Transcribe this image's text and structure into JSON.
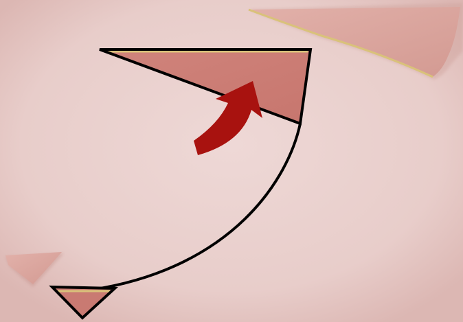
{
  "diagram": {
    "colors": {
      "background": "#ead0cd",
      "background_edge": "#dcb7b3",
      "flap_fill": "#c97a72",
      "flap_stroke": "#000000",
      "gold_edge": "#d9c27a",
      "arrow": "#a8120f",
      "tissue_tip": "#d09a92"
    },
    "elements": [
      {
        "name": "background-skin",
        "icon": "skin-texture"
      },
      {
        "name": "upper-right-tissue-flap",
        "icon": "tissue-flap"
      },
      {
        "name": "primary-triangular-flap",
        "icon": "triangle-flap"
      },
      {
        "name": "arc-incision-line",
        "icon": "curved-line"
      },
      {
        "name": "rotation-arrow",
        "icon": "curved-arrow-up"
      },
      {
        "name": "lower-small-triangle",
        "icon": "triangle-flap"
      },
      {
        "name": "lower-left-tissue-tip",
        "icon": "tissue-tip"
      }
    ]
  }
}
